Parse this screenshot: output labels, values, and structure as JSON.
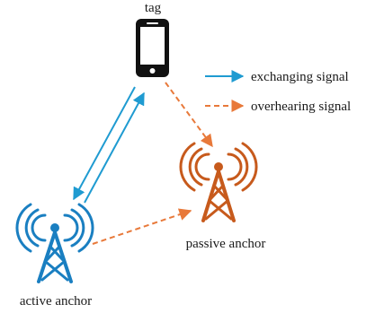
{
  "labels": {
    "tag": "tag",
    "active_anchor": "active anchor",
    "passive_anchor": "passive anchor"
  },
  "legend": {
    "exchanging": "exchanging signal",
    "overhearing": "overhearing signal"
  },
  "colors": {
    "exchanging": "#1f9bd1",
    "overhearing": "#e8793a",
    "active_anchor": "#1a7fc1",
    "passive_anchor": "#c75a1c",
    "phone": "#111111"
  }
}
